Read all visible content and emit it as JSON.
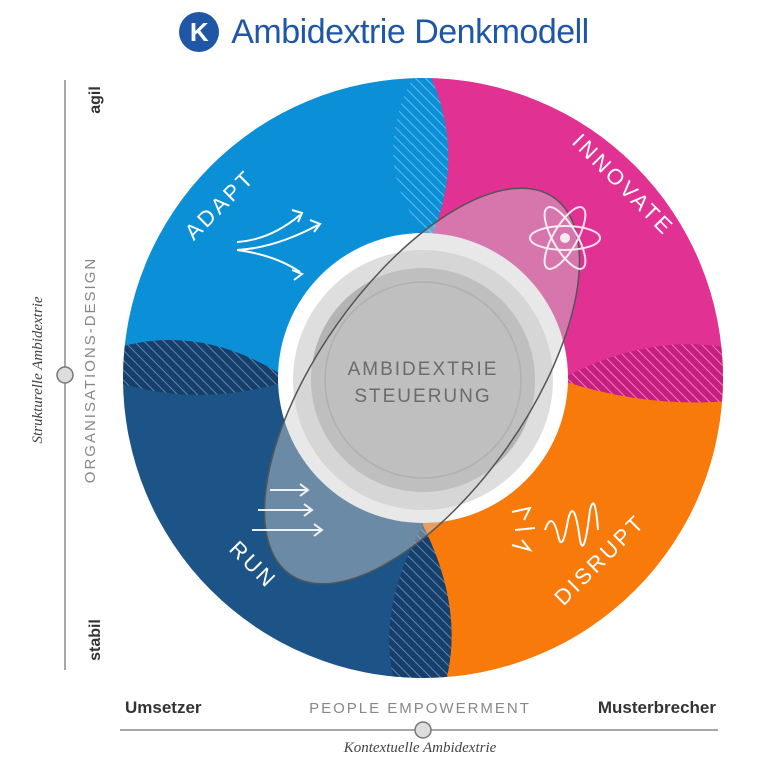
{
  "header": {
    "logo_letter": "K",
    "title": "Ambidextrie Denkmodell"
  },
  "center": {
    "line1": "AMBIDEXTRIE",
    "line2": "STEUERUNG"
  },
  "quadrants": {
    "adapt": {
      "label": "ADAPT",
      "color": "#0b8fd6",
      "hatch_color": "#0978bd",
      "icon": "branching-arrows-icon"
    },
    "innovate": {
      "label": "INNOVATE",
      "color": "#e13193",
      "hatch_color": "#b71a72",
      "icon": "atom-icon"
    },
    "disrupt": {
      "label": "DISRUPT",
      "color": "#f77a0a",
      "hatch_color": "#d96200",
      "icon": "scribble-icon"
    },
    "run": {
      "label": "RUN",
      "color": "#1c5488",
      "hatch_color": "#16406a",
      "icon": "parallel-arrows-icon"
    }
  },
  "vertical_axis": {
    "top": "agil",
    "bottom": "stabil",
    "label": "ORGANISATIONS-DESIGN",
    "caption": "Strukturelle Ambidextrie"
  },
  "horizontal_axis": {
    "left": "Umsetzer",
    "right": "Musterbrecher",
    "label": "PEOPLE EMPOWERMENT",
    "caption": "Kontextuelle Ambidextrie"
  },
  "colors": {
    "brand_blue": "#1f57a6",
    "ring_gray": "#dedede",
    "core_gray": "#b4b4b4",
    "ellipse_fill": "rgba(205,205,205,0.45)",
    "axis_gray": "#8a8a8a"
  }
}
